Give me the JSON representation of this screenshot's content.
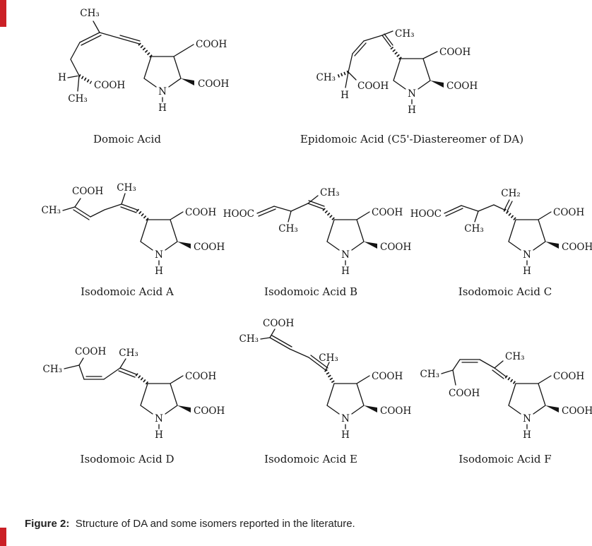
{
  "edge_marks": {
    "color": "#cb2026"
  },
  "caption": {
    "label": "Figure 2:",
    "text": "Structure of DA and some isomers reported in the literature."
  },
  "molecules": [
    {
      "name": "Domoic Acid",
      "labels": {
        "ch3_top": "CH₃",
        "cooh_top": "COOH",
        "cooh_right": "COOH",
        "h_left": "H",
        "cooh_left": "COOH",
        "ch3_bottom": "CH₃",
        "n": "N",
        "nh": "H"
      }
    },
    {
      "name": "Epidomoic Acid (C5'-Diastereomer of DA)",
      "labels": {
        "ch3_top": "CH₃",
        "ch3_left": "CH₃",
        "cooh_mid": "COOH",
        "h_c5": "H",
        "cooh_top": "COOH",
        "cooh_right": "COOH",
        "n": "N",
        "nh": "H"
      }
    },
    {
      "name": "Isodomoic Acid A",
      "labels": {
        "cooh_chain": "COOH",
        "ch3_chain": "CH₃",
        "ch3_left": "CH₃",
        "cooh_top": "COOH",
        "cooh_right": "COOH",
        "n": "N",
        "nh": "H"
      }
    },
    {
      "name": "Isodomoic Acid B",
      "labels": {
        "hooc": "HOOC",
        "ch3_mid": "CH₃",
        "ch3_chain": "CH₃",
        "cooh_top": "COOH",
        "cooh_right": "COOH",
        "n": "N",
        "nh": "H"
      }
    },
    {
      "name": "Isodomoic Acid C",
      "labels": {
        "hooc": "HOOC",
        "ch3_mid": "CH₃",
        "ch2_top": "CH₂",
        "cooh_top": "COOH",
        "cooh_right": "COOH",
        "n": "N",
        "nh": "H"
      }
    },
    {
      "name": "Isodomoic Acid D",
      "labels": {
        "ch3_left": "CH₃",
        "cooh_chain": "COOH",
        "ch3_chain": "CH₃",
        "cooh_top": "COOH",
        "cooh_right": "COOH",
        "n": "N",
        "nh": "H"
      }
    },
    {
      "name": "Isodomoic Acid E",
      "labels": {
        "cooh_chain": "COOH",
        "ch3_left": "CH₃",
        "ch3_chain": "CH₃",
        "cooh_top": "COOH",
        "cooh_right": "COOH",
        "n": "N",
        "nh": "H"
      }
    },
    {
      "name": "Isodomoic Acid F",
      "labels": {
        "ch3_left": "CH₃",
        "cooh_chain": "COOH",
        "ch3_chain": "CH₃",
        "cooh_top": "COOH",
        "cooh_right": "COOH",
        "n": "N",
        "nh": "H"
      }
    }
  ]
}
